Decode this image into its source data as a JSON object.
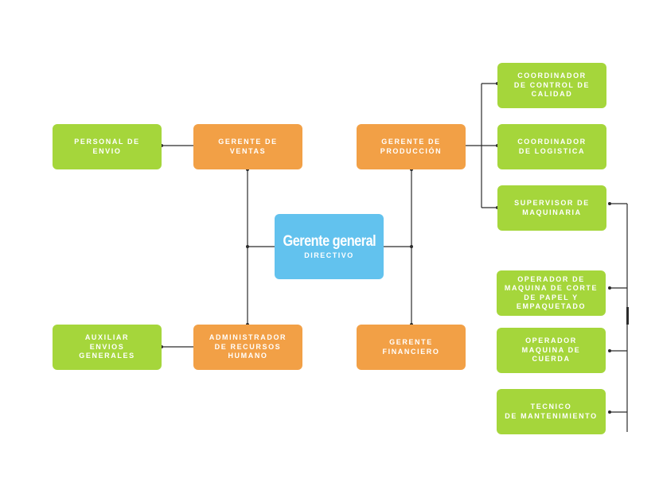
{
  "center": {
    "title": "Gerente general",
    "subtitle": "DIRECTIVO"
  },
  "nodes": {
    "personal_envio": "PERSONAL DE\nENVIO",
    "gerente_ventas": "GERENTE DE\nVENTAS",
    "gerente_produccion": "GERENTE DE\nPRODUCCIÓN",
    "coord_calidad": "COORDINADOR\nDE CONTROL DE\nCALIDAD",
    "coord_logistica": "COORDINADOR\nDE LOGISTICA",
    "supervisor": "SUPERVISOR DE\nMAQUINARIA",
    "operador_corte": "OPERADOR DE\nMAQUINA DE CORTE\nDE PAPEL Y\nEMPAQUETADO",
    "operador_cuerda": "OPERADOR\nMAQUINA DE\nCUERDA",
    "tecnico": "TECNICO\nDE MANTENIMIENTO",
    "auxiliar": "AUXILIAR\nENVIOS\nGENERALES",
    "admin_rrhh": "ADMINISTRADOR\nDE RECURSOS\nHUMANO",
    "gerente_financiero": "GERENTE\nFINANCIERO"
  },
  "colors": {
    "green": "#a5d63b",
    "orange": "#f2a046",
    "blue": "#62c2ee",
    "line": "#2b2b2b"
  }
}
